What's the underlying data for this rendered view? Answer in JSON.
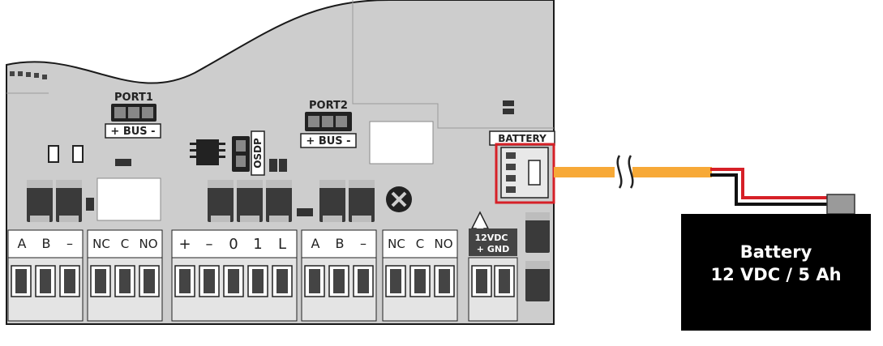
{
  "board": {
    "port1": {
      "title": "PORT1",
      "bus": "+ BUS -"
    },
    "port2": {
      "title": "PORT2",
      "bus": "+ BUS -"
    },
    "osdp": "OSDP",
    "battery_label": "BATTERY",
    "power_label_top": "12VDC",
    "power_label_bottom": "+ GND",
    "terminals": {
      "g1": [
        "A",
        "B",
        "–"
      ],
      "g2": [
        "NC",
        "C",
        "NO"
      ],
      "g3": [
        "+",
        "–",
        "0",
        "1",
        "L"
      ],
      "g4": [
        "A",
        "B",
        "–"
      ],
      "g5": [
        "NC",
        "C",
        "NO"
      ]
    }
  },
  "battery": {
    "line1": "Battery",
    "line2": "12 VDC / 5 Ah"
  },
  "colors": {
    "board": "#cdcdcd",
    "outline": "#1a1a1a",
    "cable": "#f7a937",
    "wire_red": "#d62027",
    "highlight": "#d62027",
    "battery": "#000000",
    "terminal_post": "#444444"
  }
}
